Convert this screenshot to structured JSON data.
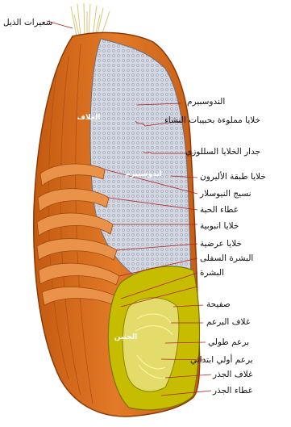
{
  "labels": {
    "beard_hairs": "شعيرات الذيل",
    "endosperm": "الندوسبيرم",
    "starch_cells": "خلايا مملوءة بحبيبات النشاء",
    "cellulose_wall": "جدار الخلايا السللوزي",
    "aleurone_cells": "خلايا طبقة الأليرون",
    "nucellar_tissue": "نسيج النيوسلار",
    "seed_coat": "غطاء الحبة",
    "tube_cells": "خلايا انبوبية",
    "cross_cells": "خلايا عرضية",
    "lower_epidermis": "البشرة السفلى",
    "epidermis": "البشرة",
    "scutellum": "صفيحة",
    "coleoptile": "غلاف البرعم",
    "plumule": "برعم طولي",
    "primary_bud": "برعم أولي ابتدائي",
    "coleorhiza": "غلاف الجذر",
    "root_cap": "غطاء الجذر"
  },
  "inner_labels": {
    "pericarp": "الغلاف",
    "endosperm_inner": "اندوسبيرم",
    "embryo": "الجنين"
  },
  "colors": {
    "pericarp": "#d86a1c",
    "pericarp_dark": "#a84810",
    "endosperm": "#c8ccd8",
    "embryo": "#c9c000",
    "embryo_light": "#e6e070",
    "hairs": "#e8d890",
    "leader": "#b02020"
  }
}
